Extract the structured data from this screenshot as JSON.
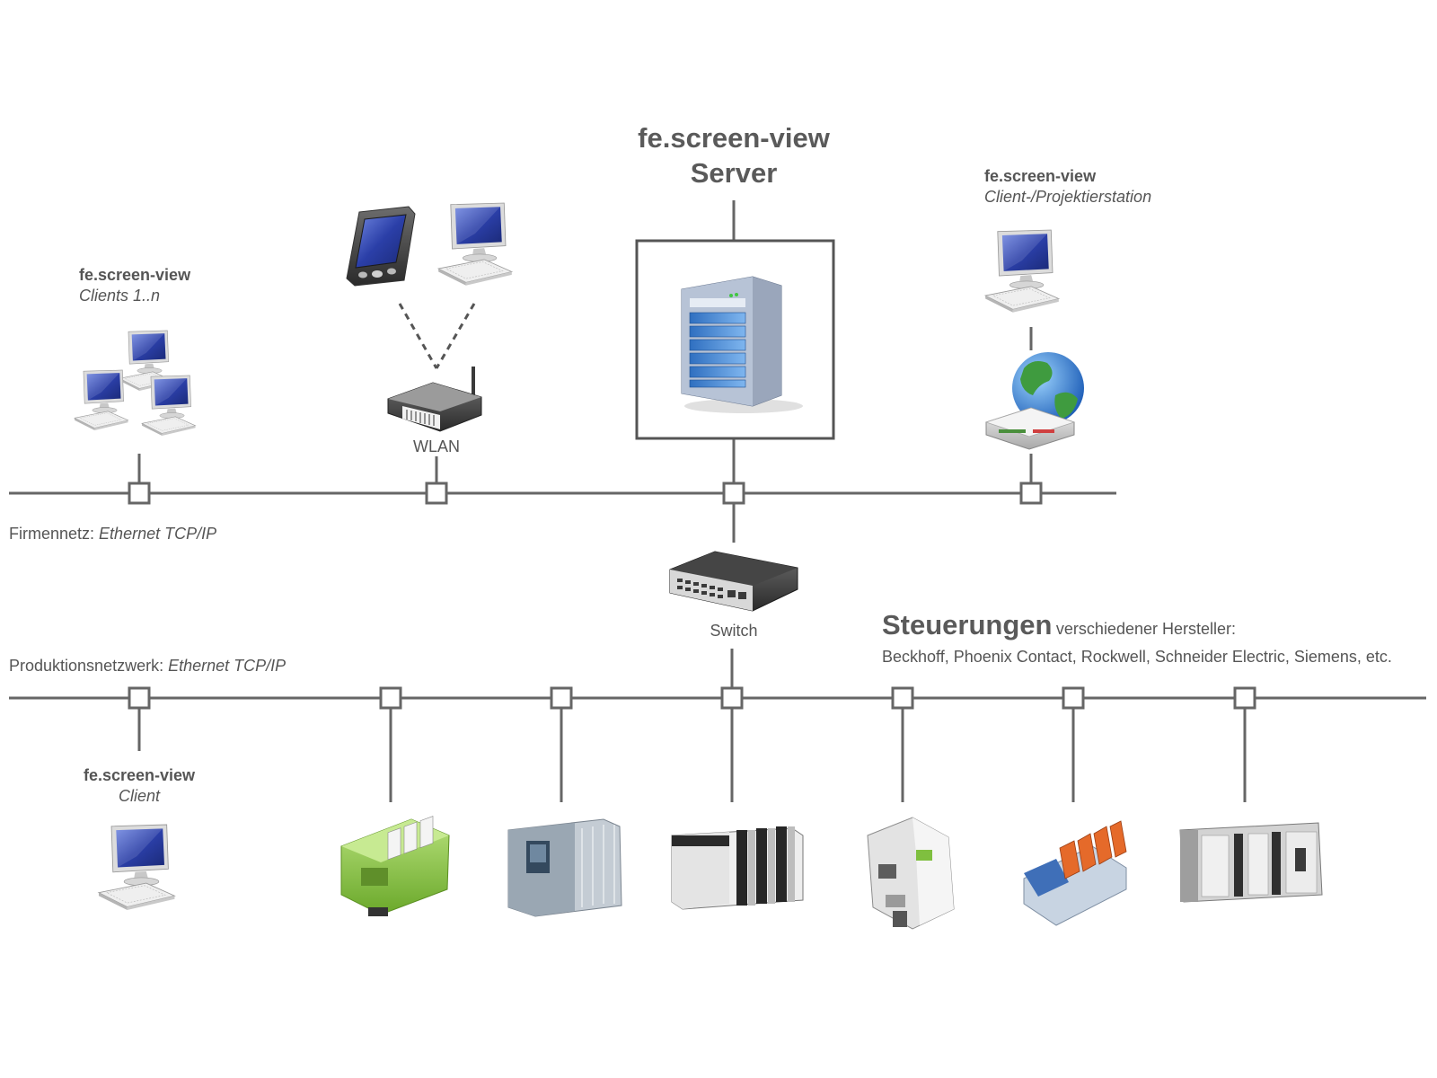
{
  "server": {
    "title_line1": "fe.screen-view",
    "title_line2": "Server"
  },
  "clients": {
    "title": "fe.screen-view",
    "subtitle": "Clients 1..n"
  },
  "wlan": {
    "label": "WLAN"
  },
  "project_station": {
    "title": "fe.screen-view",
    "subtitle": "Client-/Projektierstation"
  },
  "company_network": {
    "label": "Firmennetz:",
    "protocol": "Ethernet TCP/IP"
  },
  "switch": {
    "label": "Switch"
  },
  "production_network": {
    "label": "Produktionsnetzwerk:",
    "protocol": "Ethernet TCP/IP"
  },
  "controllers": {
    "title": "Steuerungen",
    "subtitle": "verschiedener Hersteller:",
    "vendors": "Beckhoff, Phoenix Contact, Rockwell, Schneider Electric, Siemens, etc."
  },
  "production_client": {
    "title": "fe.screen-view",
    "subtitle": "Client"
  },
  "colors": {
    "line": "#666666",
    "text": "#555555",
    "screen": "#2b3fa8",
    "plc_green": "#8cc63f"
  },
  "icons": [
    "monitor-icon",
    "pda-icon",
    "router-icon",
    "server-icon",
    "globe-icon",
    "modem-icon",
    "switch-icon",
    "plc-icon"
  ]
}
